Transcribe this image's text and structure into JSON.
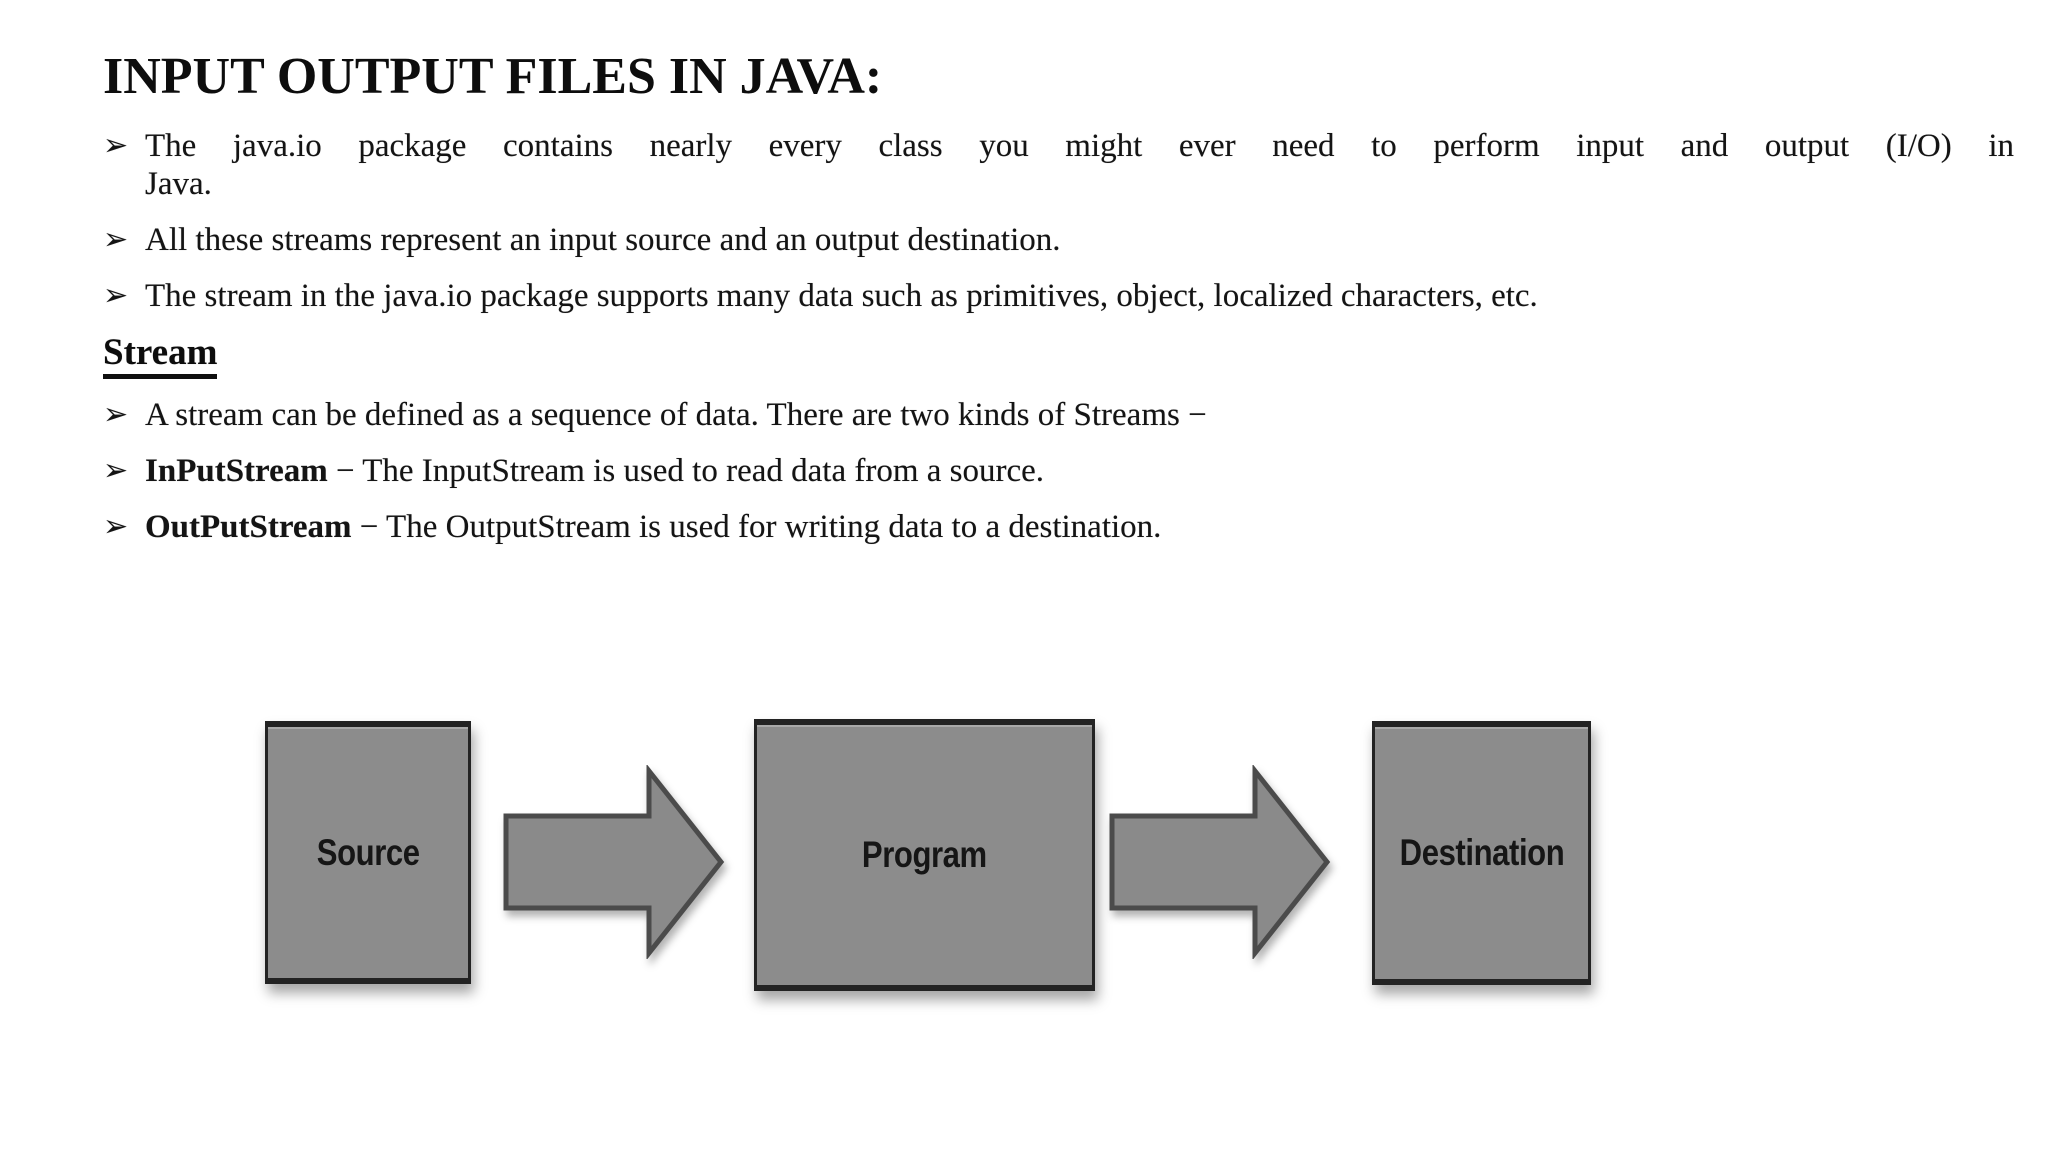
{
  "document": {
    "title": "INPUT OUTPUT FILES IN JAVA:",
    "bullets": [
      {
        "marker": "➢",
        "line1": "The java.io package contains nearly every class you might ever need to perform input and output (I/O) in",
        "line2": "Java."
      },
      {
        "marker": "➢",
        "text": "All these streams represent an input source and an output destination."
      },
      {
        "marker": "➢",
        "text": "The stream in the java.io package supports many data such as primitives, object, localized characters, etc."
      },
      {
        "marker": "➢",
        "text": "A stream can be defined as a sequence of data. There are two kinds of Streams −"
      },
      {
        "marker": "➢",
        "bold": "InPutStream",
        "text": " − The InputStream is used to read data from a source."
      },
      {
        "marker": "➢",
        "bold": "OutPutStream",
        "text": " − The OutputStream is used for writing data to a destination."
      }
    ],
    "section_heading": "Stream"
  },
  "diagram": {
    "nodes": [
      {
        "label": "Source"
      },
      {
        "label": "Program"
      },
      {
        "label": "Destination"
      }
    ],
    "colors": {
      "node_fill": "#8c8c8c",
      "node_border": "#232323",
      "arrow_fill": "#8a8a8a",
      "arrow_outline": "#4b4b4b",
      "label_color": "#161616"
    }
  }
}
